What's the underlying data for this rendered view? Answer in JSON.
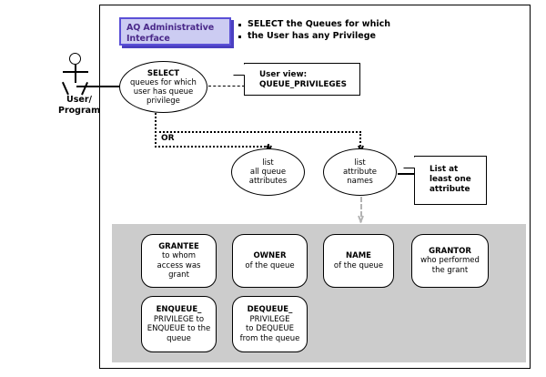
{
  "diagram": {
    "title_box": {
      "line1": "AQ Administrative",
      "line2": "Interface",
      "fill_color": "#ccccf2",
      "border_color": "#5a4fd6",
      "text_color": "#4b2a8a"
    },
    "bullets": [
      "SELECT the Queues for which",
      "the User has any Privilege"
    ],
    "actor": {
      "label_line1": "User/",
      "label_line2": "Program"
    },
    "use_cases": {
      "select_oval": {
        "line1": "SELECT",
        "line2": "queues for which",
        "line3": "user has queue",
        "line4": "privilege"
      },
      "list_all_oval": {
        "line1": "list",
        "line2": "all queue",
        "line3": "attributes"
      },
      "list_attr_oval": {
        "line1": "list",
        "line2": "attribute",
        "line3": "names"
      }
    },
    "notes": {
      "user_view": {
        "line1": "User view:",
        "line2": "QUEUE_PRIVILEGES"
      },
      "list_at_least": {
        "line1": "List at",
        "line2": "least one",
        "line3": "attribute"
      }
    },
    "or_label": "OR",
    "attributes": [
      {
        "title": "GRANTEE",
        "lines": [
          "to whom",
          "access was",
          "grant"
        ]
      },
      {
        "title": "OWNER",
        "lines": [
          "of the queue"
        ]
      },
      {
        "title": "NAME",
        "lines": [
          "of the queue"
        ]
      },
      {
        "title": "GRANTOR",
        "lines": [
          "who performed",
          "the grant"
        ]
      },
      {
        "title": "ENQUEUE_",
        "lines": [
          "PRIVILEGE to",
          "ENQUEUE to the",
          "queue"
        ]
      },
      {
        "title": "DEQUEUE_",
        "lines": [
          "PRIVILEGE",
          "to DEQUEUE",
          "from the queue"
        ]
      }
    ],
    "panel_color": "#cccccc"
  }
}
